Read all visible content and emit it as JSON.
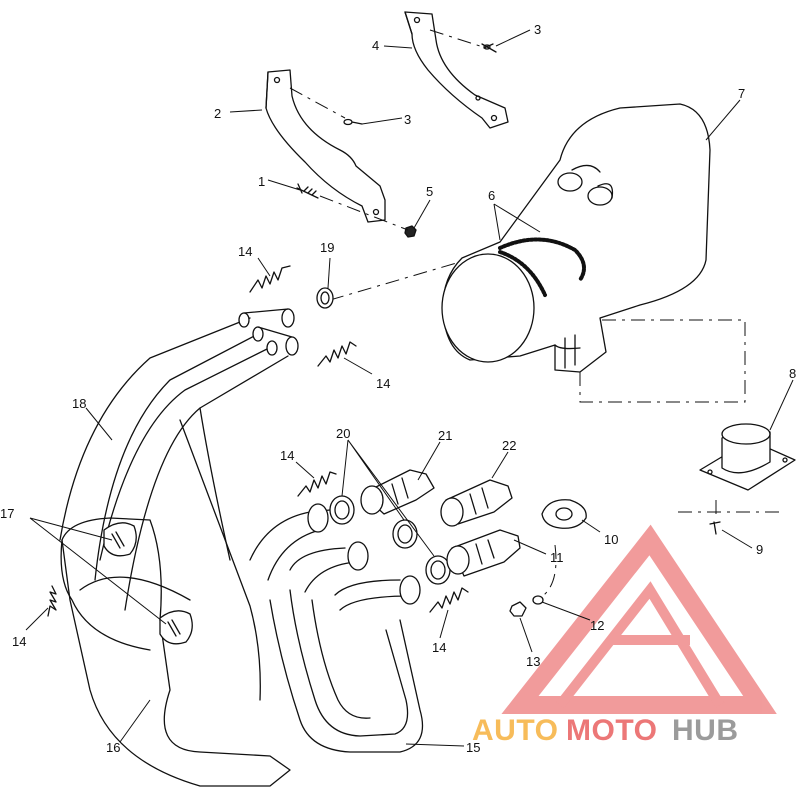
{
  "diagram": {
    "callouts": {
      "c1": "1",
      "c2": "2",
      "c3a": "3",
      "c3b": "3",
      "c4": "4",
      "c5": "5",
      "c6": "6",
      "c7": "7",
      "c8": "8",
      "c9": "9",
      "c10": "10",
      "c11": "11",
      "c12": "12",
      "c13": "13",
      "c14a": "14",
      "c14b": "14",
      "c14c": "14",
      "c14d": "14",
      "c14e": "14",
      "c15": "15",
      "c16": "16",
      "c17": "17",
      "c18": "18",
      "c19": "19",
      "c20": "20",
      "c21": "21",
      "c22": "22"
    }
  },
  "watermark": {
    "part1": "AUTO",
    "part2": "MOTO",
    "part3": "HUB",
    "colors": {
      "orange": "#f5a623",
      "red": "#e64a4a",
      "gray": "#7a7a7a"
    }
  }
}
